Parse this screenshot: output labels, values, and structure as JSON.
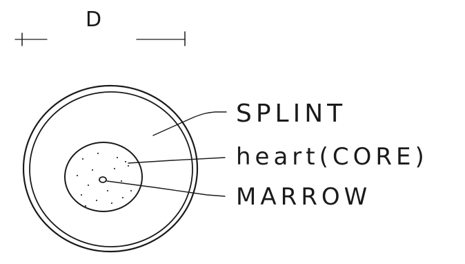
{
  "dimension": {
    "label": "D"
  },
  "labels": {
    "splint": "SPLINT",
    "heart": "heart(CORE)",
    "marrow": "MARROW"
  },
  "colors": {
    "ink": "#1a1a1a",
    "paper": "#ffffff"
  }
}
